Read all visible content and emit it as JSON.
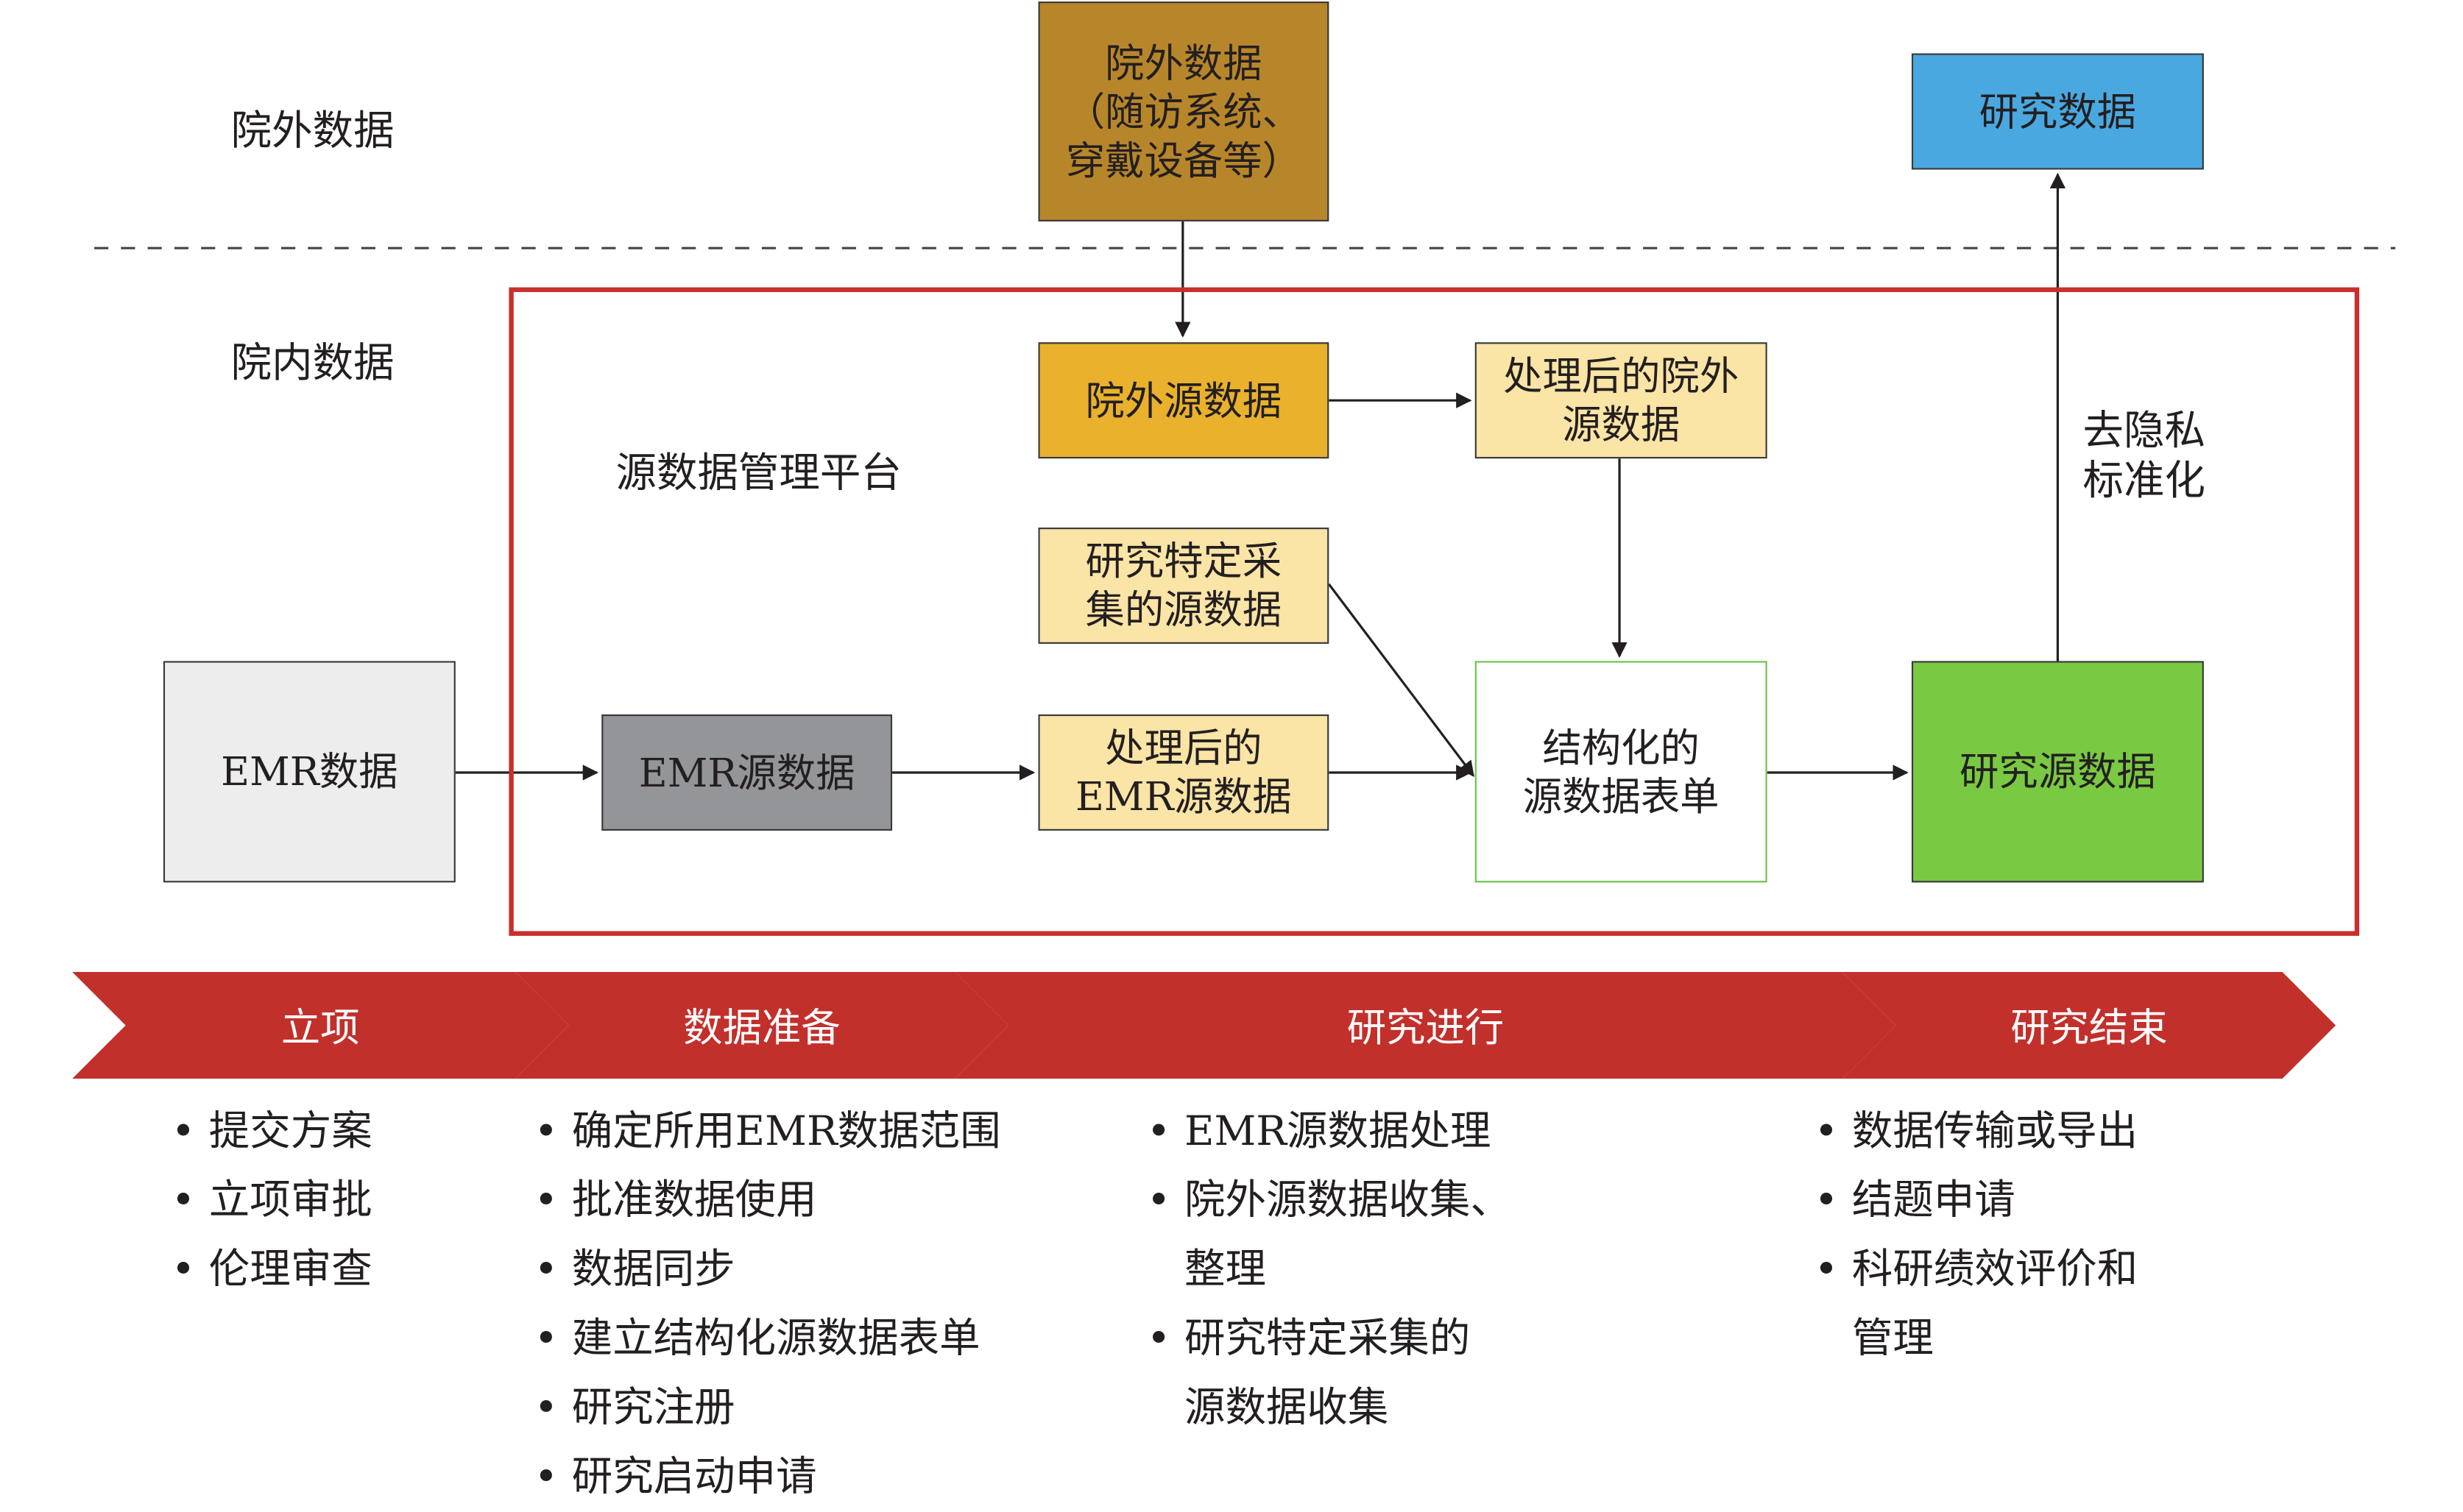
{
  "zones": {
    "outside_label": "院外数据",
    "inside_label": "院内数据",
    "platform_label": "源数据管理平台"
  },
  "nodes": {
    "external_data": "院外数据\n（随访系统、\n穿戴设备等）",
    "research_data": "研究数据",
    "external_source": "院外源数据",
    "processed_external": "处理后的院外\n源数据",
    "specific_collection": "研究特定采\n集的源数据",
    "emr_data": "EMR数据",
    "emr_source": "EMR源数据",
    "processed_emr": "处理后的\nEMR源数据",
    "structured_form": "结构化的\n源数据表单",
    "research_source": "研究源数据"
  },
  "edge_labels": {
    "deidentify": "去隐私\n标准化"
  },
  "colors": {
    "external_data": "#b8862a",
    "research_data": "#4aa8e0",
    "external_source": "#e9b12c",
    "processed_light": "#fae4a6",
    "emr_data": "#ededed",
    "emr_source": "#939598",
    "structured_form_border": "#6cc04a",
    "research_source": "#7ac943",
    "platform_border": "#c9302c",
    "banner": "#c2302c"
  },
  "phases": [
    {
      "title": "立项",
      "tasks": [
        "提交方案",
        "立项审批",
        "伦理审查"
      ]
    },
    {
      "title": "数据准备",
      "tasks": [
        "确定所用EMR数据范围",
        "批准数据使用",
        "数据同步",
        "建立结构化源数据表单",
        "研究注册",
        "研究启动申请"
      ]
    },
    {
      "title": "研究进行",
      "tasks": [
        "EMR源数据处理",
        "院外源数据收集、\n整理",
        "研究特定采集的\n源数据收集"
      ]
    },
    {
      "title": "研究结束",
      "tasks": [
        "数据传输或导出",
        "结题申请",
        "科研绩效评价和\n管理"
      ]
    }
  ]
}
